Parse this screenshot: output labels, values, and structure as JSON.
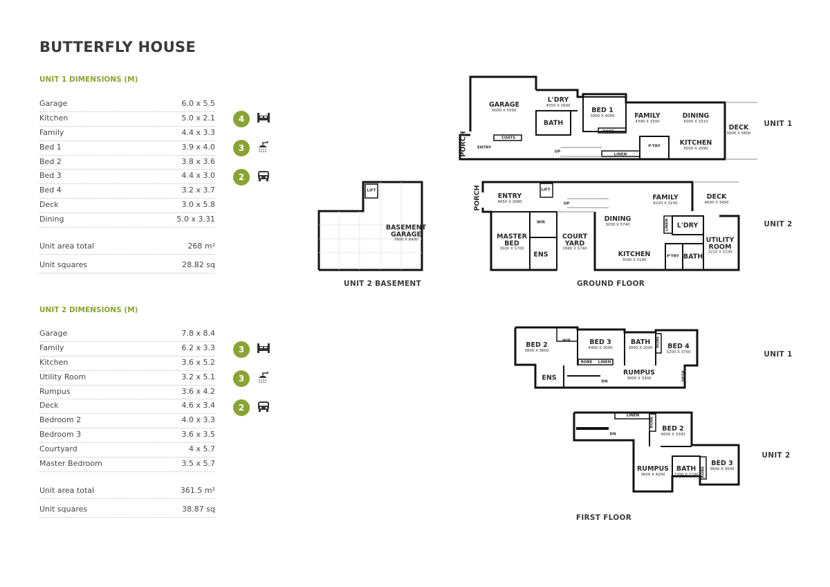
{
  "title": "BUTTERFLY HOUSE",
  "accent_color": "#8aa334",
  "unit1": {
    "heading": "UNIT 1 DIMENSIONS (M)",
    "rooms": [
      {
        "name": "Garage",
        "dims": "6.0 x 5.5"
      },
      {
        "name": "Kitchen",
        "dims": "5.0 x 2.1"
      },
      {
        "name": "Family",
        "dims": "4.4 x 3.3"
      },
      {
        "name": "Bed 1",
        "dims": "3.9 x 4.0"
      },
      {
        "name": "Bed 2",
        "dims": "3.8 x 3.6"
      },
      {
        "name": "Bed 3",
        "dims": "4.4 x 3.0"
      },
      {
        "name": "Bed 4",
        "dims": "3.2 x 3.7"
      },
      {
        "name": "Deck",
        "dims": "3.0 x 5.8"
      },
      {
        "name": "Dining",
        "dims": "5.0 x 3.31"
      }
    ],
    "area_label": "Unit area total",
    "area_value": "268 m²",
    "squares_label": "Unit squares",
    "squares_value": "28.82 sq",
    "features": [
      {
        "count": "4",
        "icon": "bed-icon"
      },
      {
        "count": "3",
        "icon": "shower-icon"
      },
      {
        "count": "2",
        "icon": "car-icon"
      }
    ]
  },
  "unit2": {
    "heading": "UNIT 2 DIMENSIONS (M)",
    "rooms": [
      {
        "name": "Garage",
        "dims": "7.8 x 8.4"
      },
      {
        "name": "Family",
        "dims": "6.2 x 3.3"
      },
      {
        "name": "Kitchen",
        "dims": "3.6 x 5.2"
      },
      {
        "name": "Utility Room",
        "dims": "3.2 x 5.1"
      },
      {
        "name": "Rumpus",
        "dims": "3.6 x 4.2"
      },
      {
        "name": "Deck",
        "dims": "4.6 x 3.4"
      },
      {
        "name": "Bedroom 2",
        "dims": "4.0 x 3.3"
      },
      {
        "name": "Bedroom 3",
        "dims": "3.6 x 3.5"
      },
      {
        "name": "Courtyard",
        "dims": "4 x 5.7"
      },
      {
        "name": "Master Bedroom",
        "dims": "3.5 x 5.7"
      }
    ],
    "area_label": "Unit area total",
    "area_value": "361.5 m²",
    "squares_label": "Unit squares",
    "squares_value": "38.87 sq",
    "features": [
      {
        "count": "3",
        "icon": "bed-icon"
      },
      {
        "count": "3",
        "icon": "shower-icon"
      },
      {
        "count": "2",
        "icon": "car-icon"
      }
    ]
  },
  "captions": {
    "basement": "UNIT 2 BASEMENT",
    "ground": "GROUND FLOOR",
    "first": "FIRST FLOOR",
    "unit1_ground": "UNIT 1",
    "unit2_ground": "UNIT 2",
    "unit1_first": "UNIT 1",
    "unit2_first": "UNIT 2"
  },
  "plans": {
    "u1_ground": [
      {
        "name": "GARAGE",
        "dims": "6000 X 5500"
      },
      {
        "name": "L'DRY",
        "dims": "4550 X 1600"
      },
      {
        "name": "BATH",
        "dims": ""
      },
      {
        "name": "BED 1",
        "dims": "3900 X 4000"
      },
      {
        "name": "ROBE",
        "dims": ""
      },
      {
        "name": "FAMILY",
        "dims": "4390 X 3300"
      },
      {
        "name": "DINING",
        "dims": "5000 X 3310"
      },
      {
        "name": "DECK",
        "dims": "3000 X 5800"
      },
      {
        "name": "COATS",
        "dims": ""
      },
      {
        "name": "PORCH",
        "dims": ""
      },
      {
        "name": "ENTRY",
        "dims": ""
      },
      {
        "name": "UP",
        "dims": ""
      },
      {
        "name": "LINEN",
        "dims": ""
      },
      {
        "name": "P'TRY",
        "dims": ""
      },
      {
        "name": "KITCHEN",
        "dims": "5000 X 2090"
      }
    ],
    "u2_basement": [
      {
        "name": "LIFT",
        "dims": ""
      },
      {
        "name": "BASEMENT GARAGE",
        "dims": "7800 X 8400"
      }
    ],
    "u2_ground": [
      {
        "name": "PORCH",
        "dims": ""
      },
      {
        "name": "ENTRY",
        "dims": "4650 X 2680"
      },
      {
        "name": "LIFT",
        "dims": ""
      },
      {
        "name": "UP",
        "dims": ""
      },
      {
        "name": "FAMILY",
        "dims": "6220 X 3230"
      },
      {
        "name": "DECK",
        "dims": "4600 X 3400"
      },
      {
        "name": "WIR",
        "dims": ""
      },
      {
        "name": "MASTER BED",
        "dims": "3500 X 5700"
      },
      {
        "name": "ENS",
        "dims": ""
      },
      {
        "name": "COURT YARD",
        "dims": "3980 X 5740"
      },
      {
        "name": "DINING",
        "dims": "3030 X 5740"
      },
      {
        "name": "LINEN",
        "dims": ""
      },
      {
        "name": "L'DRY",
        "dims": ""
      },
      {
        "name": "UTILITY ROOM",
        "dims": "3210 X 5100"
      },
      {
        "name": "KITCHEN",
        "dims": "3590 X 5190"
      },
      {
        "name": "P'TRY",
        "dims": ""
      },
      {
        "name": "BATH",
        "dims": ""
      }
    ],
    "u1_first": [
      {
        "name": "BED 2",
        "dims": "3800 X 3600"
      },
      {
        "name": "WIR",
        "dims": ""
      },
      {
        "name": "BED 3",
        "dims": "4400 X 3000"
      },
      {
        "name": "BATH",
        "dims": "3000 X 2000"
      },
      {
        "name": "ROBE",
        "dims": ""
      },
      {
        "name": "BED 4",
        "dims": "3200 X 3700"
      },
      {
        "name": "ROBE",
        "dims": ""
      },
      {
        "name": "LINEN",
        "dims": ""
      },
      {
        "name": "ENS",
        "dims": ""
      },
      {
        "name": "DN",
        "dims": ""
      },
      {
        "name": "RUMPUS",
        "dims": "3600 X 3300"
      },
      {
        "name": "DESK",
        "dims": ""
      }
    ],
    "u2_first": [
      {
        "name": "LINEN",
        "dims": ""
      },
      {
        "name": "ROBE",
        "dims": ""
      },
      {
        "name": "DN",
        "dims": ""
      },
      {
        "name": "BED 2",
        "dims": "4000 X 3300"
      },
      {
        "name": "RUMPUS",
        "dims": "3600 X 4200"
      },
      {
        "name": "BATH",
        "dims": "2700 X 2100"
      },
      {
        "name": "ROBE",
        "dims": ""
      },
      {
        "name": "BED 3",
        "dims": "3600 X 3500"
      }
    ]
  }
}
